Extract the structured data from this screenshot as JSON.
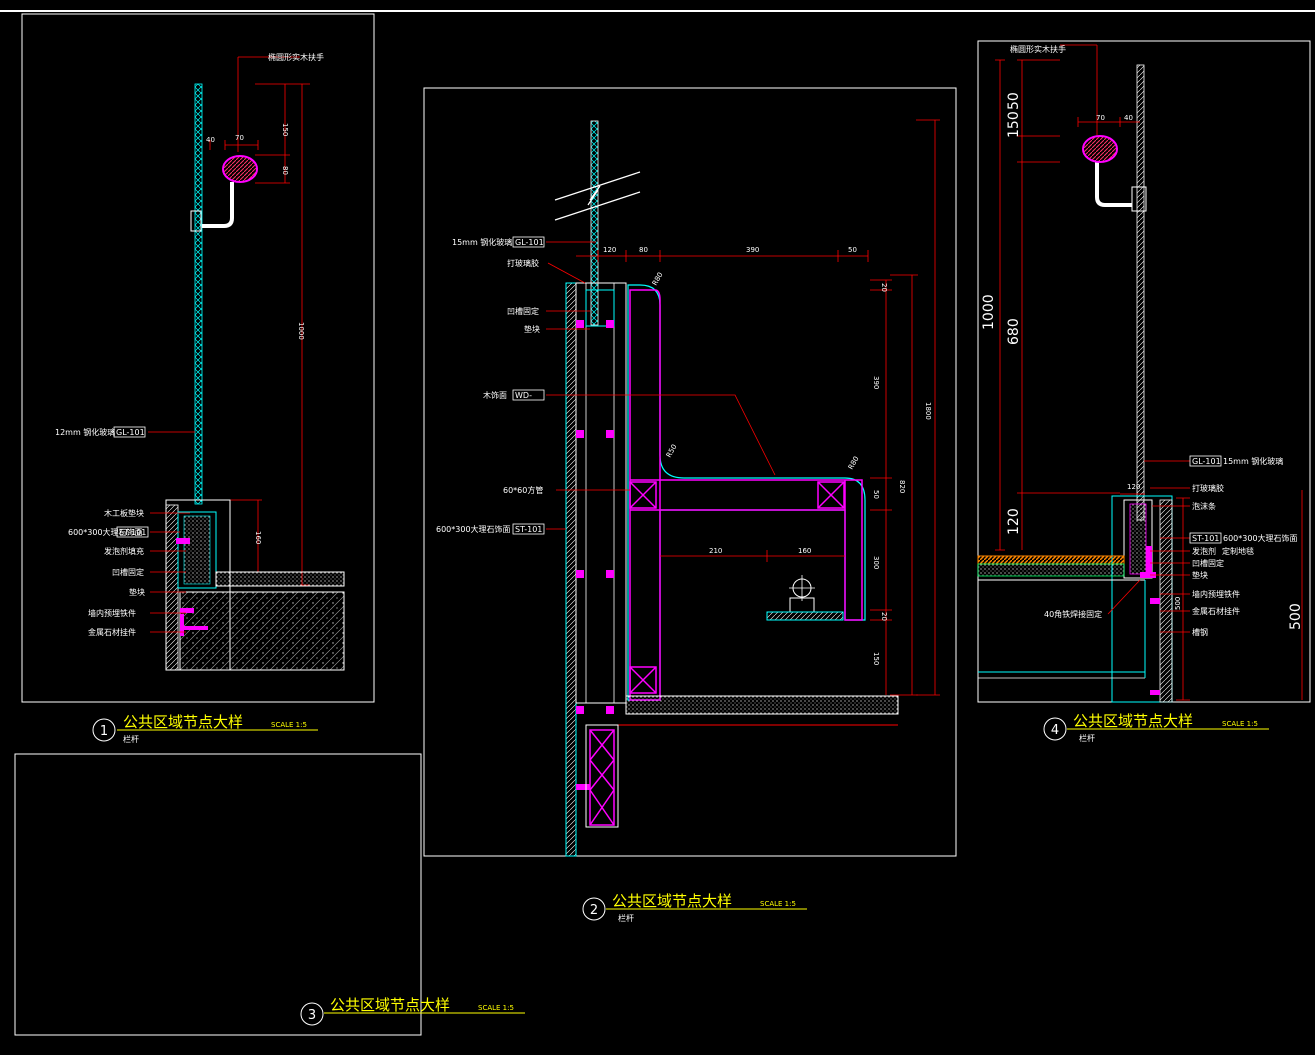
{
  "colors": {
    "background": "#000000",
    "frame": "#ffffff",
    "dimension": "#ff0000",
    "glass": "#00ffff",
    "hardware": "#ff00ff",
    "title": "#ffff00",
    "text": "#ffffff",
    "floor": "#ff8800"
  },
  "detail1": {
    "title": "公共区域节点大样",
    "number": "1",
    "scale": "SCALE 1:5",
    "subtitle": "栏杆",
    "labels": {
      "handrail": "椭圆形实木扶手",
      "glass": "12mm 钢化玻璃",
      "glass_tag": "GL-101",
      "wood_block": "木工板垫块",
      "marble": "600*300大理石饰面",
      "marble_tag": "ST-101",
      "foam": "发泡剂填充",
      "channel": "凹槽固定",
      "pad": "垫块",
      "embedded": "墙内预埋铁件",
      "stone_hanger": "金属石材挂件"
    },
    "dims": {
      "d40": "40",
      "d70": "70",
      "d150": "150",
      "d80": "80",
      "d1000": "1000",
      "d160": "160"
    }
  },
  "detail2": {
    "title": "公共区域节点大样",
    "number": "2",
    "scale": "SCALE 1:5",
    "subtitle": "栏杆",
    "labels": {
      "glass": "15mm 钢化玻璃",
      "glass_tag": "GL-101",
      "sealant": "打玻璃胶",
      "channel": "凹槽固定",
      "pad": "垫块",
      "wood": "木饰面",
      "wood_tag": "WD-",
      "tube": "60*60方管",
      "marble": "600*300大理石饰面",
      "marble_tag": "ST-101"
    },
    "dims": {
      "d120": "120",
      "d80": "80",
      "d390": "390",
      "d50": "50",
      "d20a": "20",
      "d390v": "390",
      "d1800": "1800",
      "d50v": "50",
      "d820": "820",
      "d300": "300",
      "d20b": "20",
      "d150": "150",
      "d210": "210",
      "d160": "160",
      "r80": "R80",
      "r50": "R50",
      "r80b": "R80"
    }
  },
  "detail3": {
    "title": "公共区域节点大样",
    "number": "3",
    "scale": "SCALE 1:5"
  },
  "detail4": {
    "title": "公共区域节点大样",
    "number": "4",
    "scale": "SCALE 1:5",
    "subtitle": "栏杆",
    "labels": {
      "handrail": "椭圆形实木扶手",
      "glass": "15mm 钢化玻璃",
      "glass_tag": "GL-101",
      "sealant": "打玻璃胶",
      "foam_strip": "泡沫条",
      "marble": "600*300大理石饰面",
      "marble_tag": "ST-101",
      "foam": "发泡剂",
      "carpet": "定制地毯",
      "channel": "凹槽固定",
      "pad": "垫块",
      "angle": "40角铁焊接固定",
      "embedded": "墙内预埋铁件",
      "stone_hanger": "金属石材挂件",
      "steel": "槽钢"
    },
    "dims": {
      "d50": "50",
      "d150": "150",
      "d1000": "1000",
      "d680": "680",
      "d120": "120",
      "d500": "500",
      "d70": "70",
      "d40": "40",
      "d120h": "120",
      "d500s": "500"
    }
  }
}
